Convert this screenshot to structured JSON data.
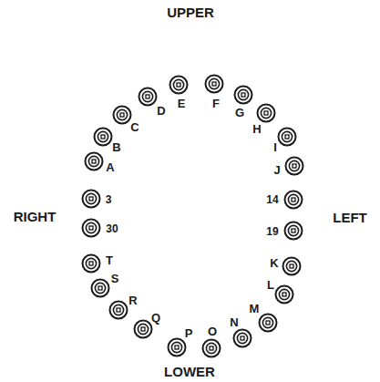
{
  "diagram": {
    "labels": [
      "UPPER",
      "E",
      "F",
      "D",
      "G",
      "C",
      "H",
      "B",
      "I",
      "A",
      "J",
      "RIGHT",
      "3",
      "14",
      "LEFT",
      "30",
      "19",
      "T",
      "K",
      "S",
      "L",
      "R",
      "M",
      "Q",
      "N",
      "P",
      "O",
      "LOWER"
    ]
  }
}
